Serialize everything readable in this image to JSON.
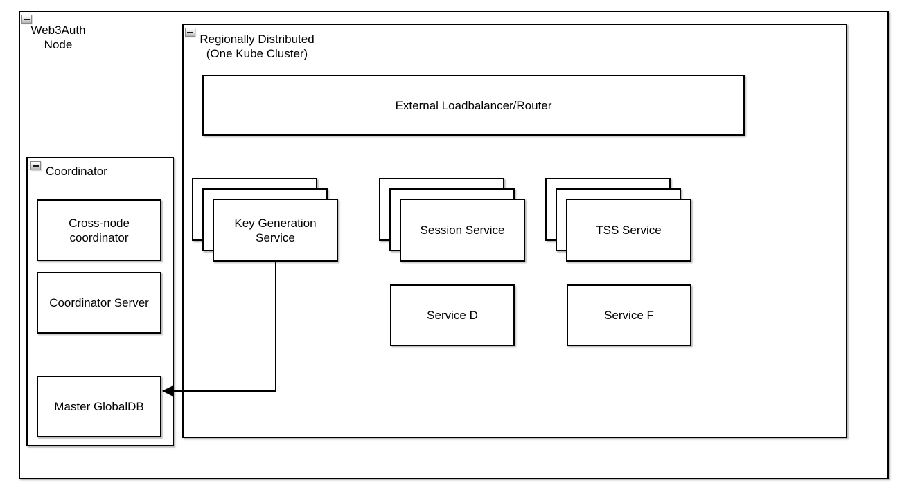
{
  "diagram": {
    "colors": {
      "background": "#ffffff",
      "shape_fill": "#ffffff",
      "border": "#000000",
      "collapse_button_fill": "#c9c9c9"
    },
    "containers": {
      "web3auth_node": {
        "label": "Web3Auth\nNode",
        "collapse_state": "expanded"
      },
      "regionally_distributed": {
        "label": "Regionally Distributed\n(One Kube Cluster)",
        "collapse_state": "expanded"
      },
      "coordinator": {
        "label": "Coordinator",
        "collapse_state": "expanded"
      }
    },
    "nodes": {
      "external_lb": {
        "label": "External Loadbalancer/Router"
      },
      "key_generation": {
        "label": "Key Generation\nService",
        "stacked": true
      },
      "session_service": {
        "label": "Session Service",
        "stacked": true
      },
      "tss_service": {
        "label": "TSS Service",
        "stacked": true
      },
      "service_d": {
        "label": "Service D"
      },
      "service_f": {
        "label": "Service F"
      },
      "cross_node_coordinator": {
        "label": "Cross-node\ncoordinator"
      },
      "coordinator_server": {
        "label": "Coordinator Server"
      },
      "master_globaldb": {
        "label": "Master GlobalDB"
      }
    },
    "edges": [
      {
        "from": "Key Generation Service",
        "to": "Master GlobalDB",
        "style": "orthogonal",
        "arrowhead": "filled-triangle"
      }
    ]
  }
}
